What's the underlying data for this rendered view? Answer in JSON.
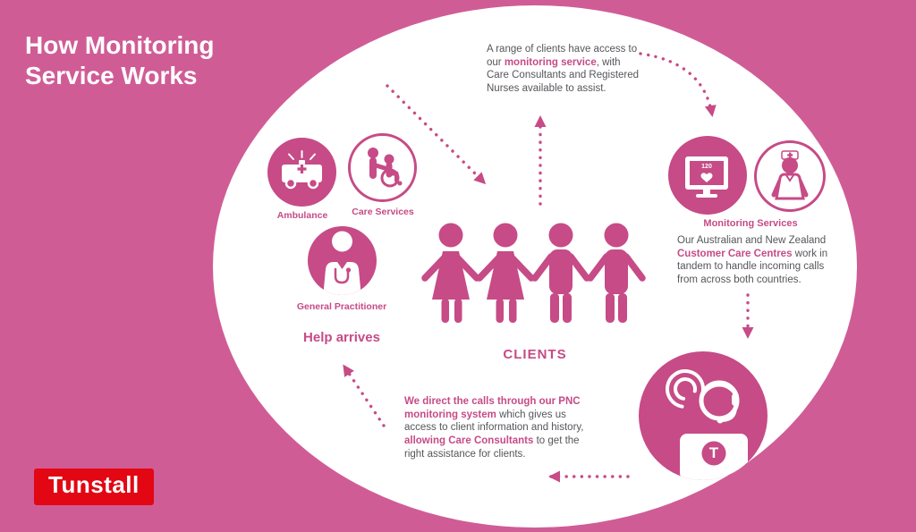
{
  "title": "How Monitoring Service Works",
  "logo": {
    "text": "Tunstall"
  },
  "colors": {
    "background": "#d05c96",
    "accent": "#c64b86",
    "logo_red": "#e30613",
    "body_text": "#55565a"
  },
  "notes": {
    "top": {
      "part1": "A range of clients have access to our ",
      "highlight": "monitoring service",
      "part2": ", with Care Consultants and Registered Nurses available to assist."
    },
    "right": {
      "part1": "Our Australian and New Zealand ",
      "highlight": "Customer Care Centres",
      "part2": " work in tandem to handle incoming calls from across both countries."
    },
    "bottom": {
      "highlight1": "We direct the calls through our PNC monitoring system",
      "part1": " which gives us access to client information and history, ",
      "highlight2": "allowing Care Consultants",
      "part2": " to get the right assistance for clients."
    }
  },
  "nodes": {
    "ambulance": {
      "label": "Ambulance"
    },
    "care_services": {
      "label": "Care Services"
    },
    "general_practitioner": {
      "label": "General Practitioner"
    },
    "help_arrives": {
      "label": "Help arrives"
    },
    "clients": {
      "label": "CLIENTS"
    },
    "monitoring_services": {
      "label": "Monitoring Services",
      "screen_text": "120"
    },
    "call_centre": {
      "badge": "T"
    }
  }
}
